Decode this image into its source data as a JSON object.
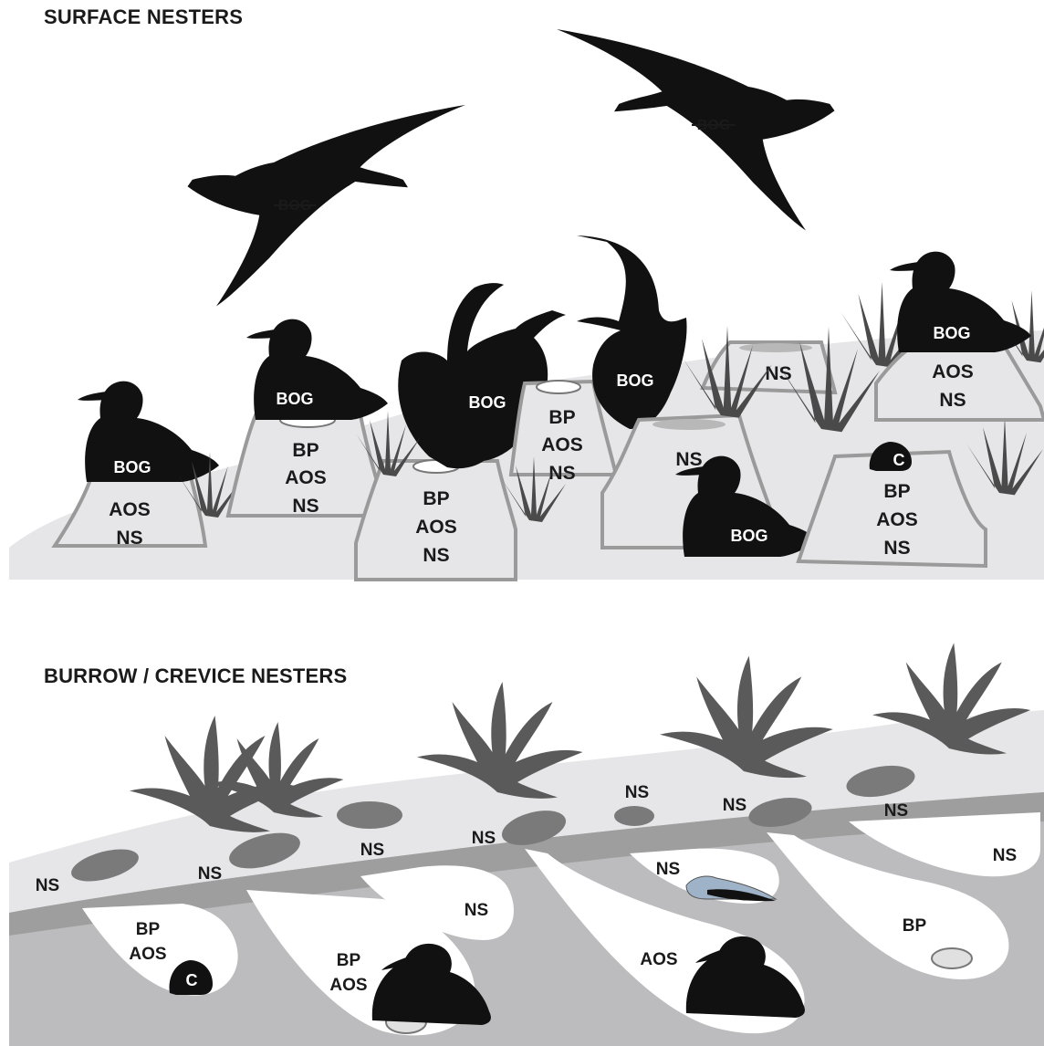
{
  "sections": {
    "surface_title": "SURFACE NESTERS",
    "burrow_title": "BURROW / CREVICE NESTERS"
  },
  "surface": {
    "flying_left_label": "BOG",
    "flying_right_label": "BOG",
    "mound1": {
      "bird_label": "BOG",
      "lines": [
        "AOS",
        "NS"
      ]
    },
    "mound2": {
      "bird_label": "BOG",
      "lines": [
        "BP",
        "AOS",
        "NS"
      ]
    },
    "mound3": {
      "lines": [
        "BP",
        "AOS",
        "NS"
      ]
    },
    "display_left_label": "BOG",
    "mound4": {
      "lines": [
        "BP",
        "AOS",
        "NS"
      ]
    },
    "display_right_label": "BOG",
    "mound5": {
      "lines": [
        "NS"
      ]
    },
    "mound6": {
      "lines": [
        "NS"
      ]
    },
    "sitting_ground_label": "BOG",
    "mound7": {
      "chick_label": "C",
      "lines": [
        "BP",
        "AOS",
        "NS"
      ]
    },
    "mound8": {
      "bird_label": "BOG",
      "lines": [
        "AOS",
        "NS"
      ]
    }
  },
  "burrow": {
    "surface_labels": [
      "NS",
      "NS",
      "NS",
      "NS",
      "NS",
      "NS",
      "NS"
    ],
    "chamber1": {
      "lines": [
        "BP",
        "AOS"
      ],
      "chick_label": "C"
    },
    "chamber2": {
      "lines": [
        "BP",
        "AOS"
      ]
    },
    "chamber3": {
      "lines": [
        "NS"
      ]
    },
    "chamber4": {
      "lines": [
        "NS"
      ]
    },
    "chamber4b": {
      "lines": [
        "AOS"
      ]
    },
    "chamber5": {
      "lines": [
        "BP"
      ]
    },
    "chamber6": {
      "lines": [
        "NS"
      ]
    }
  }
}
